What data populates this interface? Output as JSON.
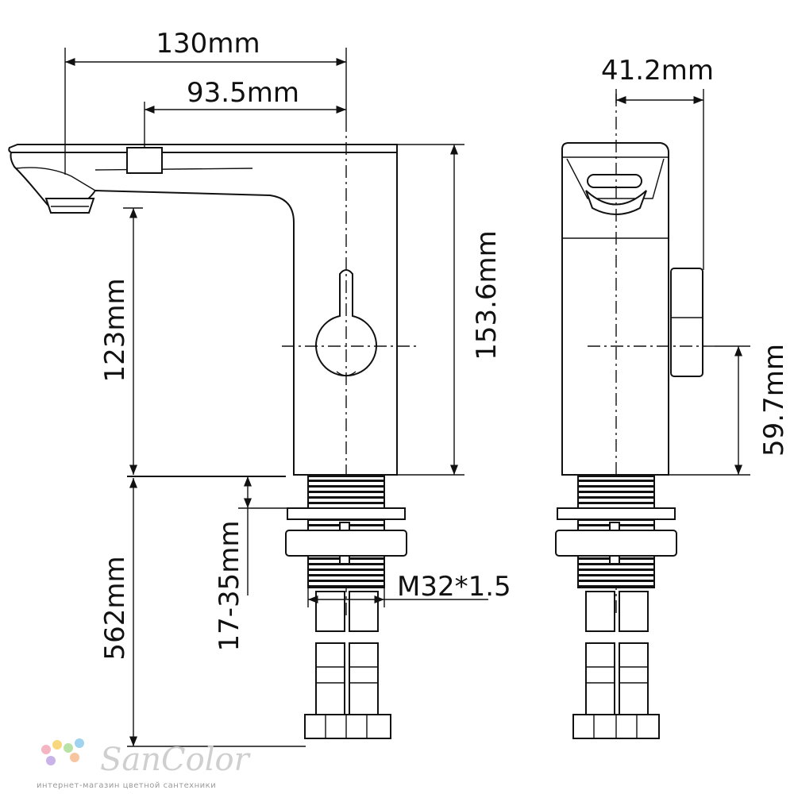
{
  "dimensions": {
    "total_length": "130mm",
    "sensor_offset": "93.5mm",
    "overall_height": "153.6mm",
    "spout_height": "123mm",
    "hose_length": "562mm",
    "counter_thickness": "17-35mm",
    "thread": "M32*1.5",
    "body_width": "41.2mm",
    "handle_height": "59.7mm"
  },
  "watermark": {
    "brand": "SanColor",
    "tagline": "интернет-магазин цветной сантехники",
    "dot_colors": [
      "#f4b6c2",
      "#f9d77e",
      "#b9e3a6",
      "#9fd3f0",
      "#c9b3e8",
      "#f7c59f"
    ]
  }
}
